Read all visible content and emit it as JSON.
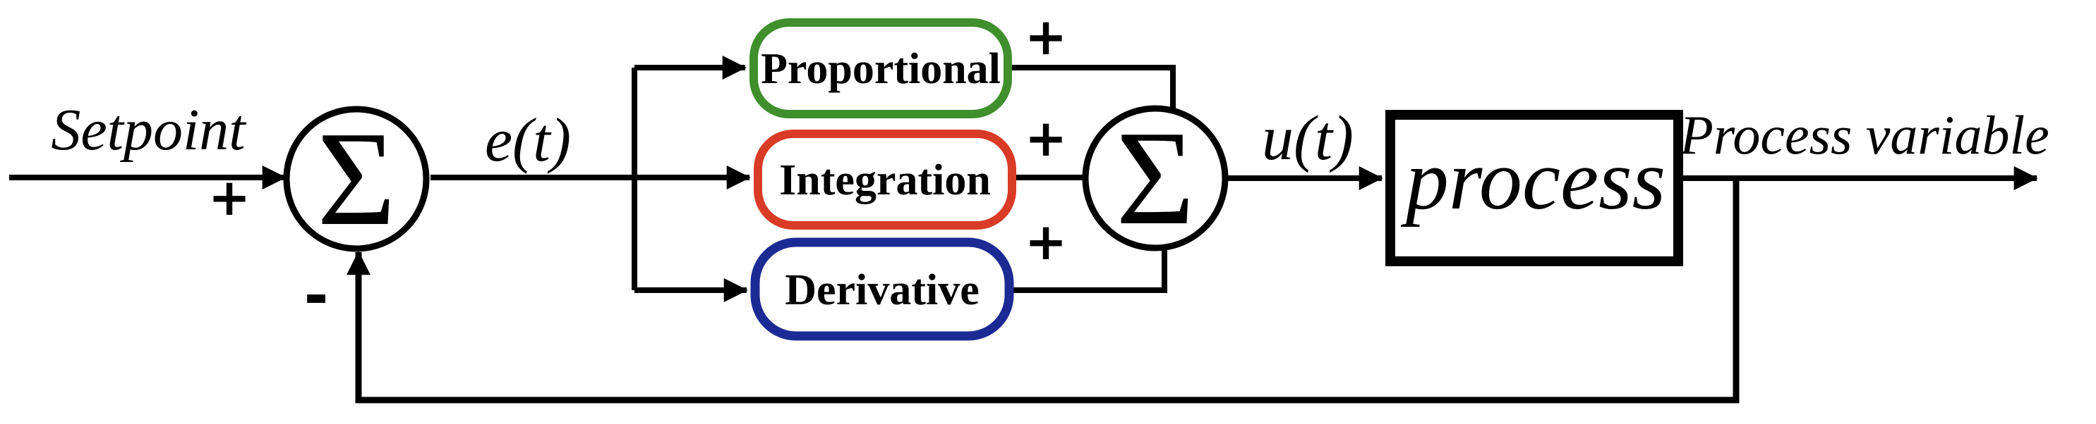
{
  "diagram": {
    "input": {
      "label": "Setpoint",
      "sign": "+"
    },
    "error_signal": {
      "label": "e(t)"
    },
    "control_signal": {
      "label": "u(t)"
    },
    "output_signal": {
      "label": "Process variable"
    },
    "feedback": {
      "sign": "-"
    },
    "summing_junctions": [
      {
        "symbol": "Σ"
      },
      {
        "symbol": "Σ"
      }
    ],
    "controller_blocks": [
      {
        "label": "Proportional",
        "border_color": "#3F8F2D",
        "sign": "+"
      },
      {
        "label": "Integration",
        "border_color": "#D93B27",
        "sign": "+"
      },
      {
        "label": "Derivative",
        "border_color": "#1C2B94",
        "sign": "+"
      }
    ],
    "process_block": {
      "label": "process"
    },
    "colors": {
      "line": "#000000",
      "background": "#FFFFFF"
    }
  }
}
